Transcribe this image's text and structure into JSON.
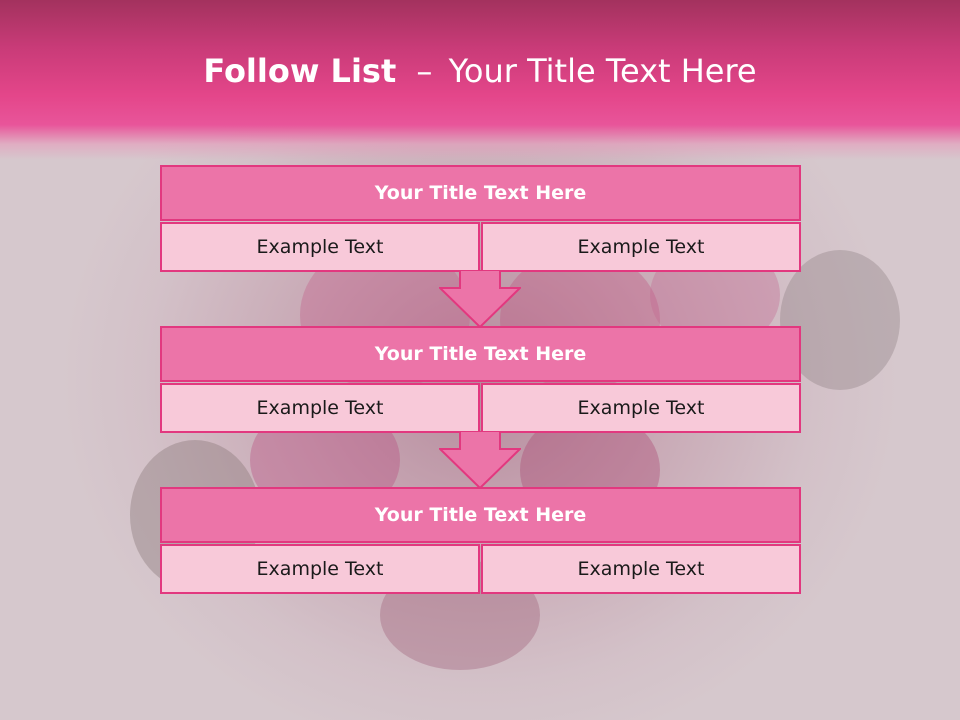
{
  "slide": {
    "title_bold": "Follow List",
    "title_dash": "–",
    "title_rest": "Your Title Text Here"
  },
  "steps": [
    {
      "title": "Your Title Text Here",
      "left": "Example Text",
      "right": "Example Text"
    },
    {
      "title": "Your Title Text Here",
      "left": "Example Text",
      "right": "Example Text"
    },
    {
      "title": "Your Title Text Here",
      "left": "Example Text",
      "right": "Example Text"
    }
  ],
  "colors": {
    "header_pink": "#e4468a",
    "block_header": "#ec74a8",
    "block_cell": "#f8c9d9",
    "border": "#e2387f",
    "arrow": "#ec74a8"
  }
}
